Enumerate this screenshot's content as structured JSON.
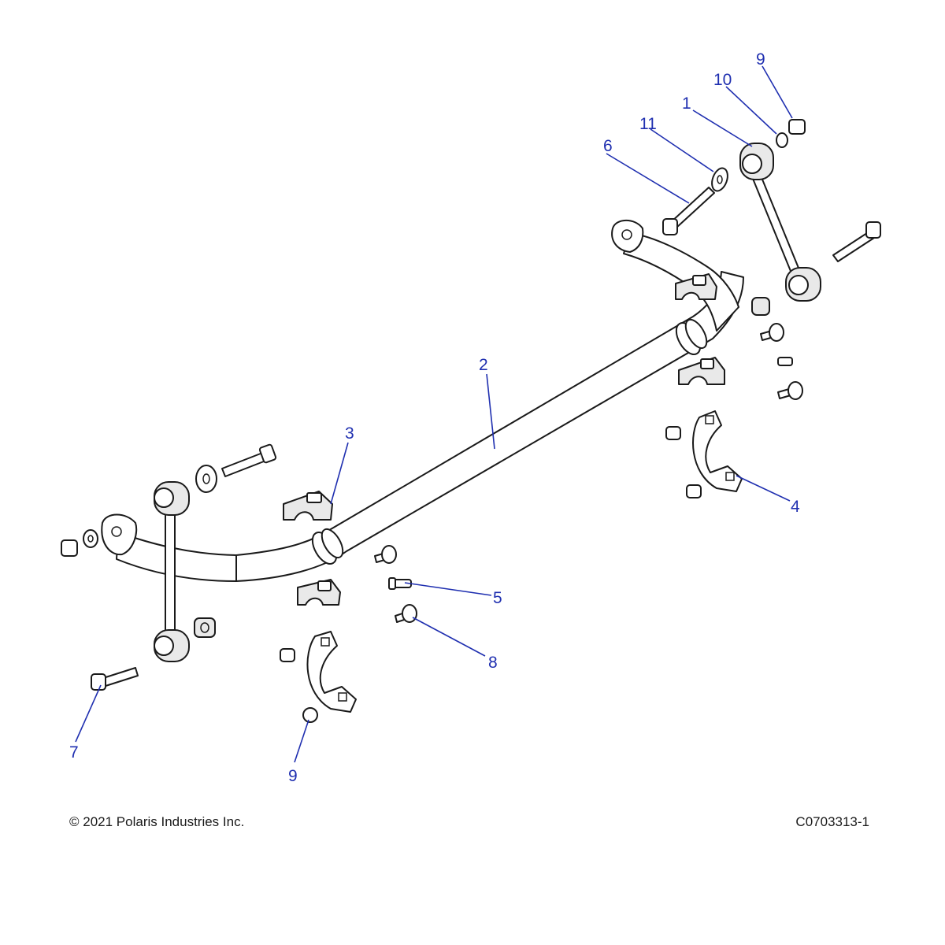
{
  "callouts": [
    "1",
    "2",
    "3",
    "4",
    "5",
    "6",
    "7",
    "8",
    "9",
    "10",
    "11",
    "9"
  ],
  "footer": {
    "copyright": "© 2021 Polaris Industries Inc.",
    "drawing_number": "C0703313-1"
  },
  "colors": {
    "callout": "#1f2fb0",
    "line": "#1a1a1a",
    "background": "#ffffff"
  }
}
